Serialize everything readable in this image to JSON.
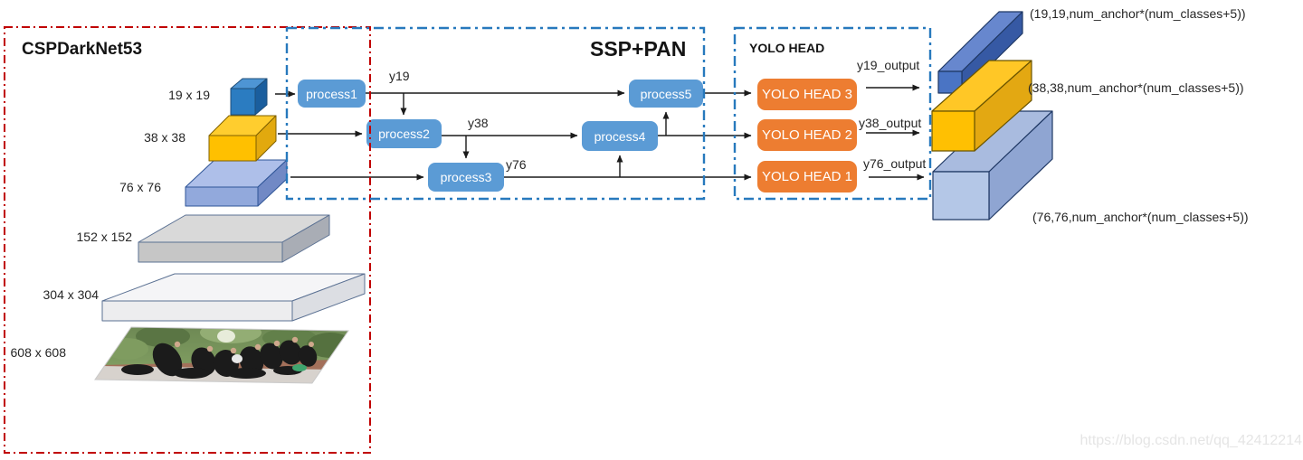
{
  "backbone": {
    "title": "CSPDarkNet53",
    "layer_labels": [
      "19 x 19",
      "38 x 38",
      "76 x 76",
      "152 x 152",
      "304 x 304",
      "608 x 608"
    ]
  },
  "neck": {
    "title": "SSP+PAN",
    "process_boxes": [
      "process1",
      "process2",
      "process3",
      "process4",
      "process5"
    ],
    "feature_labels": [
      "y19",
      "y38",
      "y76"
    ]
  },
  "head": {
    "title": "YOLO HEAD",
    "head_boxes": [
      "YOLO HEAD 3",
      "YOLO HEAD 2",
      "YOLO HEAD 1"
    ],
    "output_labels": [
      "y19_output",
      "y38_output",
      "y76_output"
    ]
  },
  "outputs": {
    "shape_labels": [
      "(19,19,num_anchor*(num_classes+5))",
      "(38,38,num_anchor*(num_classes+5))",
      "(76,76,num_anchor*(num_classes+5))"
    ]
  },
  "watermark": "https://blog.csdn.net/qq_42412214",
  "colors": {
    "border_red": "#C00000",
    "border_blue": "#2779BD",
    "process_blue": "#5B9BD5",
    "head_orange": "#ED7D31",
    "arrow": "#1a1a1a",
    "cube19": {
      "front": "#2B7CC1",
      "top": "#4E95D4",
      "side": "#1A5E9E",
      "stroke": "#1F4E79"
    },
    "cube38": {
      "front": "#FFC000",
      "top": "#FFCD2E",
      "side": "#E2A90E",
      "stroke": "#7F6000"
    },
    "cube76": {
      "front": "#92A9DC",
      "top": "#AEBFE9",
      "side": "#7189C5",
      "stroke": "#2F5597"
    },
    "cube152": {
      "front": "#C6C6C6",
      "top": "#D9D9D9",
      "side": "#A9ADB5",
      "stroke": "#5B7193"
    },
    "cube304": {
      "front": "#EDEDEF",
      "top": "#F5F5F7",
      "side": "#DCDEE3",
      "stroke": "#5B7193"
    },
    "bar19": {
      "front": "#4A74C4",
      "top": "#6787CE",
      "side": "#3659A4",
      "stroke": "#1F3864"
    },
    "bar38": {
      "front": "#FFC002",
      "top": "#FFC726",
      "side": "#E3A812",
      "stroke": "#6B5500"
    },
    "bar76": {
      "front": "#B4C7E7",
      "top": "#A9BBDF",
      "side": "#8FA5D2",
      "stroke": "#1F3864"
    }
  }
}
